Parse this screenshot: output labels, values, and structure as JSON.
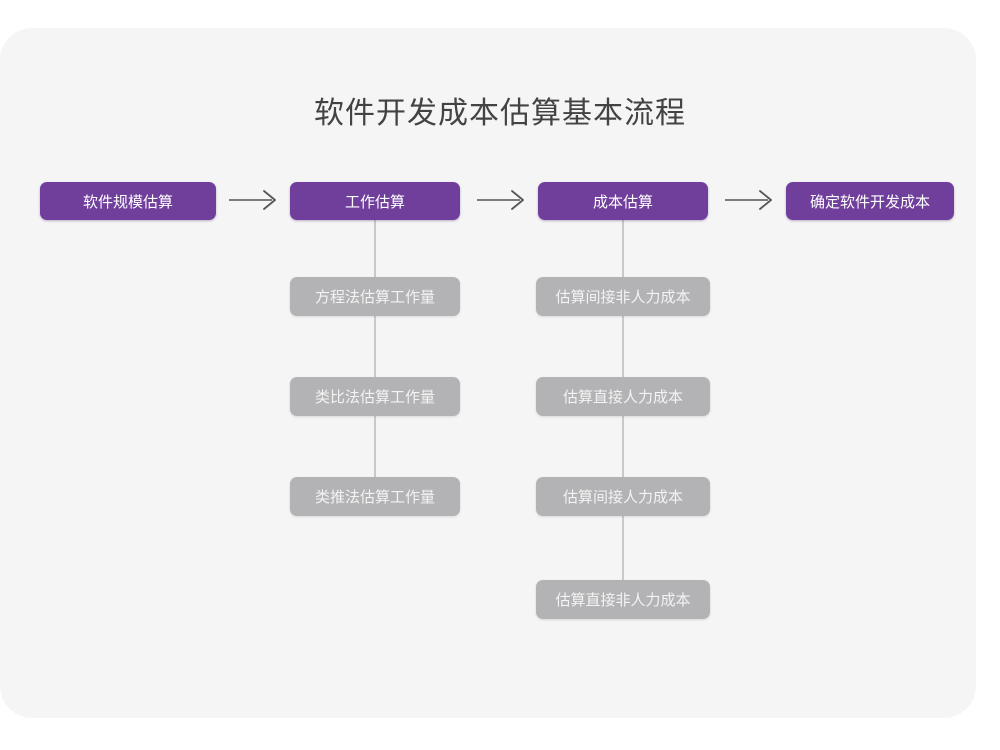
{
  "figure": {
    "title": "软件开发成本估算基本流程",
    "type": "flowchart",
    "background_color": "#f5f5f6",
    "page_color": "#ffffff",
    "primary_color": "#703f9c",
    "secondary_color": "#b3b3b5",
    "connector_color": "#c9c9ca",
    "arrow_color": "#555555",
    "title_color": "#434343"
  },
  "flow": {
    "stages": [
      {
        "label": "软件规模估算",
        "kind": "primary",
        "substeps": []
      },
      {
        "label": "工作估算",
        "kind": "primary",
        "substeps": [
          "方程法估算工作量",
          "类比法估算工作量",
          "类推法估算工作量"
        ]
      },
      {
        "label": "成本估算",
        "kind": "primary",
        "substeps": [
          "估算间接非人力成本",
          "估算直接人力成本",
          "估算间接人力成本",
          "估算直接非人力成本"
        ]
      },
      {
        "label": "确定软件开发成本",
        "kind": "primary",
        "substeps": []
      }
    ],
    "connectors": [
      {
        "name": "arrow-stage1-stage2",
        "glyph": "→"
      },
      {
        "name": "arrow-stage2-stage3",
        "glyph": "→"
      },
      {
        "name": "arrow-stage3-stage4",
        "glyph": "→"
      }
    ]
  }
}
